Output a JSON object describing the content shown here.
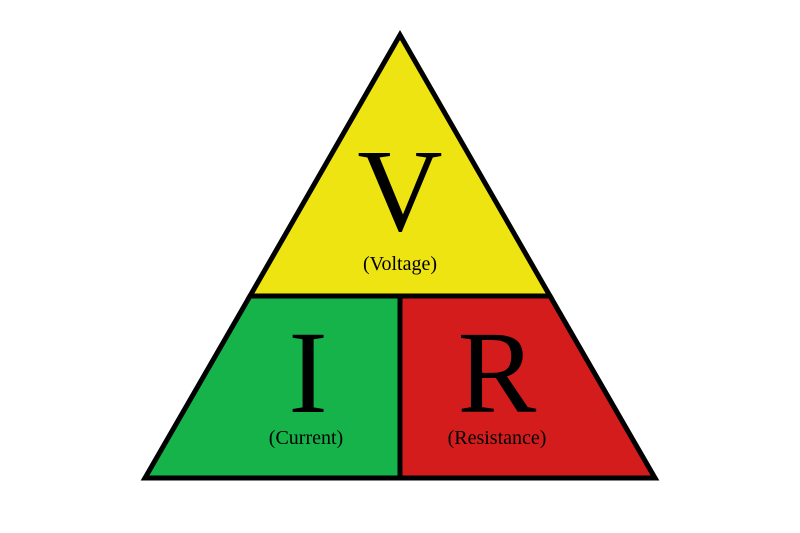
{
  "diagram": {
    "name": "ohms-law-triangle",
    "background": "#ffffff",
    "outline_color": "#000000",
    "text_color": "#000000",
    "sections": {
      "voltage": {
        "symbol": "V",
        "label": "(Voltage)",
        "color": "#ede411",
        "position": "top"
      },
      "current": {
        "symbol": "I",
        "label": "(Current)",
        "color": "#16b34a",
        "position": "bottom-left"
      },
      "resistance": {
        "symbol": "R",
        "label": "(Resistance)",
        "color": "#d41c1c",
        "position": "bottom-right"
      }
    }
  }
}
